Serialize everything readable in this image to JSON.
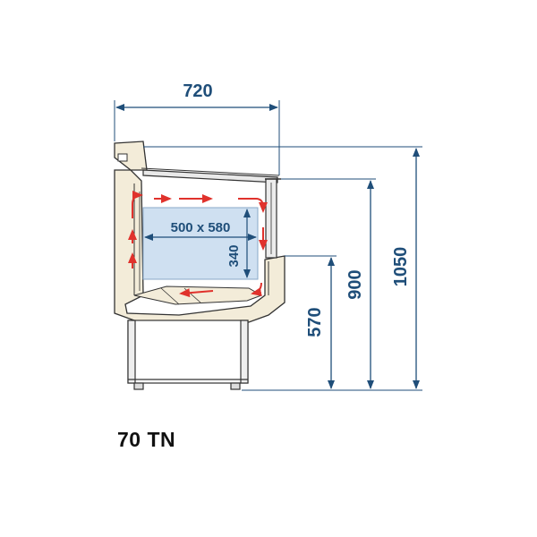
{
  "dimensions": {
    "width_top": "720",
    "inner_size": "500 x 580",
    "inner_height": "340",
    "height_counter": "570",
    "height_glass": "900",
    "height_total": "1050"
  },
  "model": "70 TN",
  "colors": {
    "dimension_blue": "#1f4e79",
    "cabinet_fill": "#f3ecd9",
    "display_fill": "#cfe0f1",
    "airflow_red": "#e0322c",
    "outline": "#333333"
  }
}
